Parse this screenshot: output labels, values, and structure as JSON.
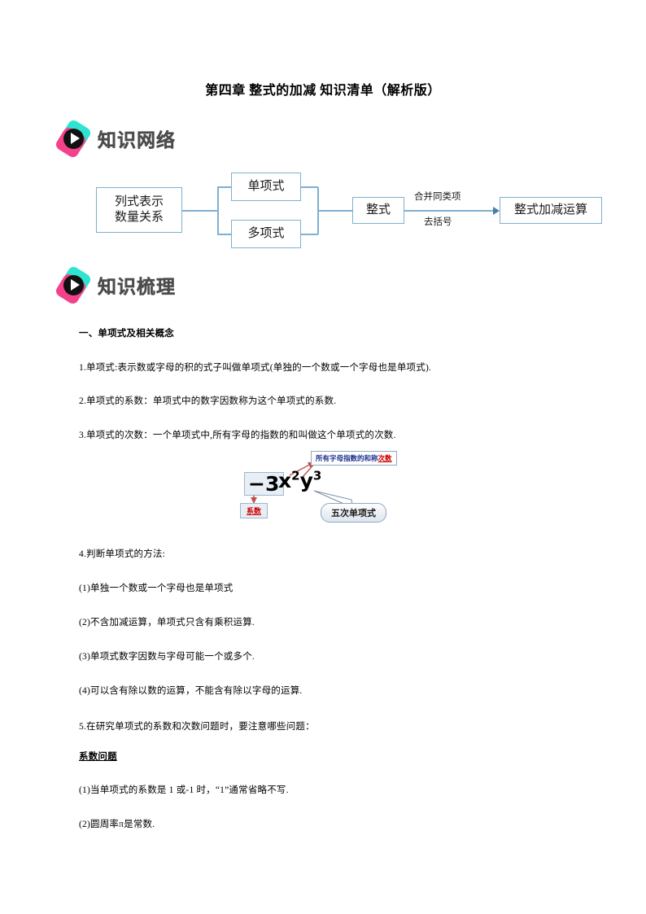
{
  "document": {
    "title": "第四章 整式的加减 知识清单（解析版）"
  },
  "sections": [
    {
      "logo_label": "知识网络",
      "icon": "play-button-logo"
    },
    {
      "logo_label": "知识梳理",
      "icon": "play-button-logo"
    }
  ],
  "flowchart": {
    "nodes": {
      "source_line1": "列式表示",
      "source_line2": "数量关系",
      "monomial": "单项式",
      "polynomial": "多项式",
      "integral_expression": "整式",
      "result": "整式加减运算"
    },
    "edge_labels": {
      "top": "合并同类项",
      "bottom": "去括号"
    },
    "border_color": "#7fb0cf"
  },
  "content": {
    "heading1": "一、单项式及相关概念",
    "item1": "1.单项式:表示数或字母的积的式子叫做单项式(单独的一个数或一个字母也是单项式).",
    "item2": "2.单项式的系数：单项式中的数字因数称为这个单项式的系数.",
    "item3": "3.单项式的次数：一个单项式中,所有字母的指数的和叫做这个单项式的次数.",
    "item4": "4.判断单项式的方法:",
    "item4_1": "(1)单独一个数或一个字母也是单项式",
    "item4_2": "(2)不含加减运算，单项式只含有乘积运算.",
    "item4_3": "(3)单项式数字因数与字母可能一个或多个.",
    "item4_4": "(4)可以含有除以数的运算，不能含有除以字母的运算.",
    "item5": "5.在研究单项式的系数和次数问题时，要注意哪些问题：",
    "subheading_coefficient": "系数问题",
    "item5_1": "(1)当单项式的系数是 1 或-1 时，“1”通常省略不写.",
    "item5_2": "(2)圆周率π是常数."
  },
  "figure": {
    "expression_boxed": "−3",
    "expression_x": "x",
    "expression_x_exp": "2",
    "expression_y": "y",
    "expression_y_exp": "3",
    "annotation_top_prefix": "所有字母指数的和称",
    "annotation_top_highlight": "次数",
    "annotation_coefficient": "系数",
    "annotation_callout": "五次单项式",
    "annotation_top_color": "#1b2f8f",
    "highlight_color": "#d00000",
    "arrow_color": "#c0504d"
  }
}
